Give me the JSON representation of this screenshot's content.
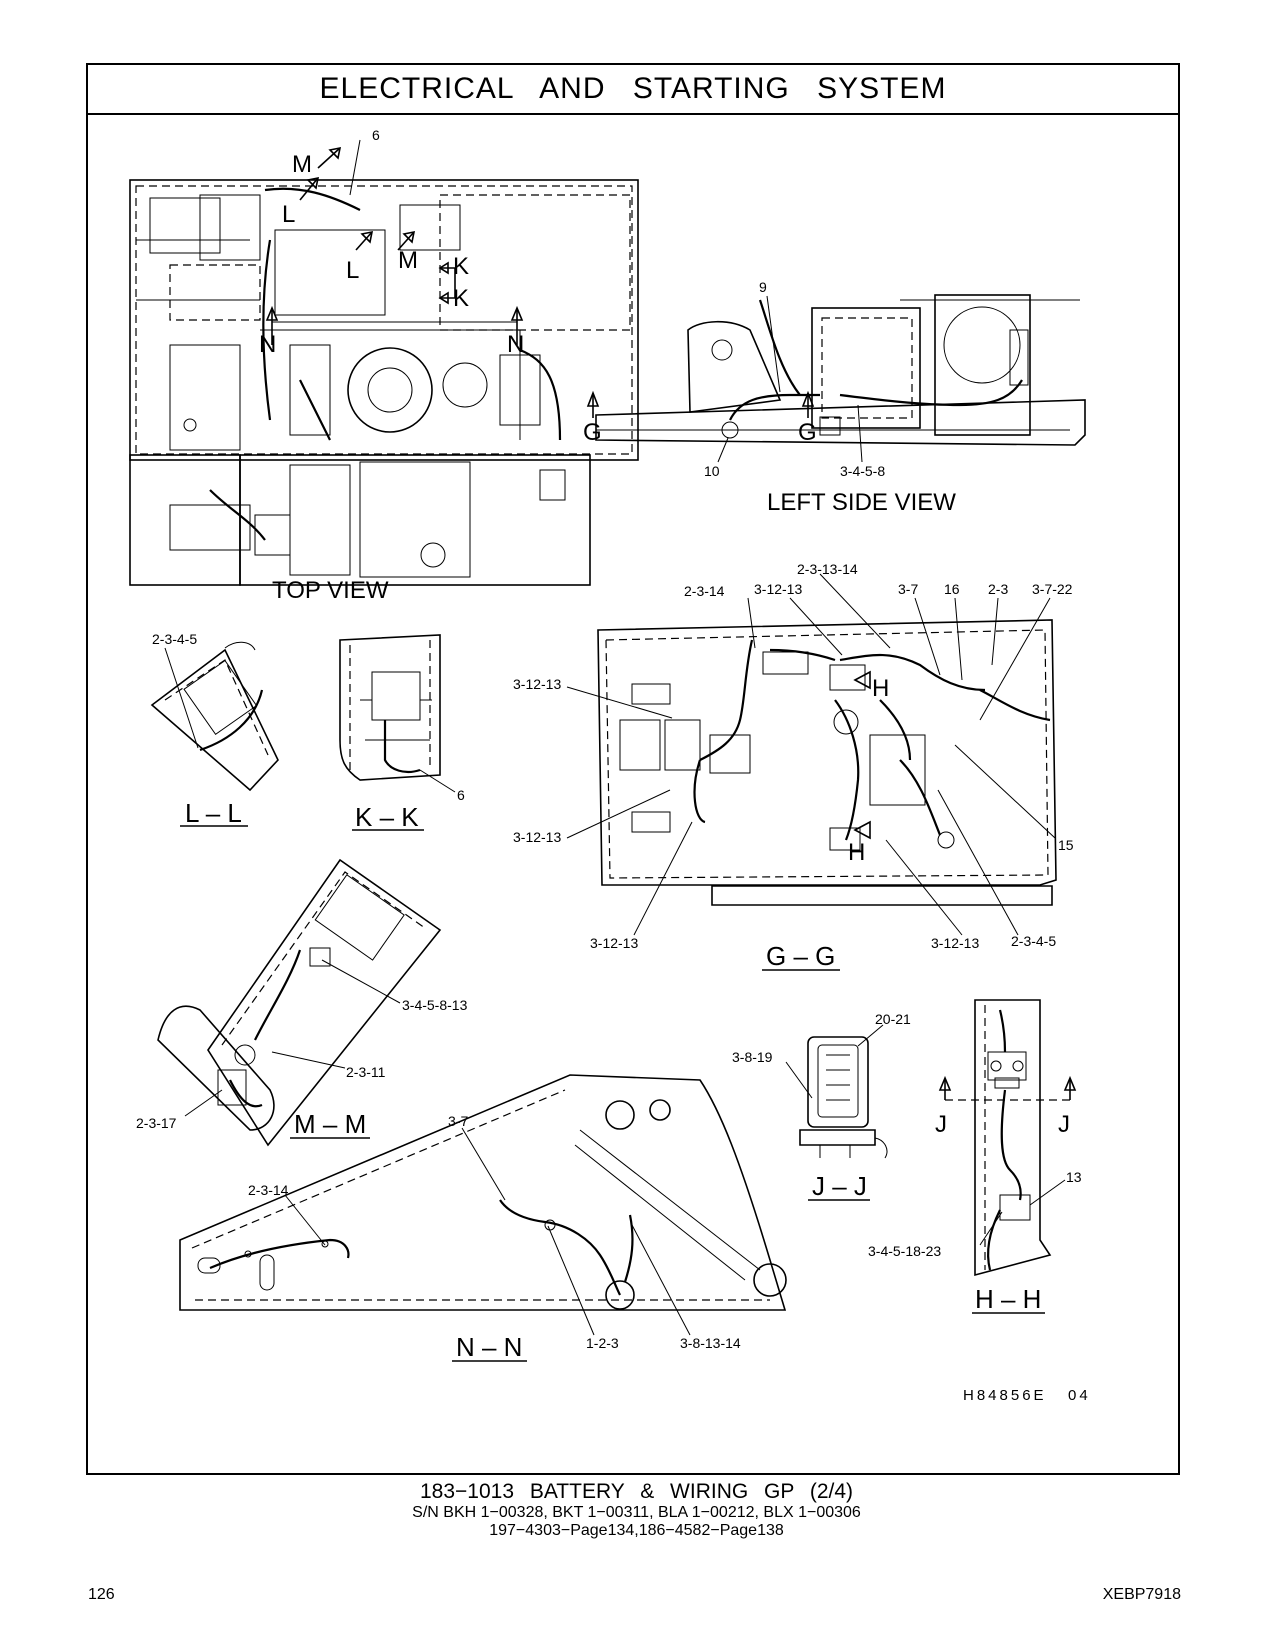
{
  "title": "ELECTRICAL AND STARTING SYSTEM",
  "views": {
    "top": "TOP VIEW",
    "left_side": "LEFT SIDE VIEW",
    "sections": {
      "ll": "L – L",
      "kk": "K – K",
      "gg": "G – G",
      "mm": "M – M",
      "jj": "J – J",
      "hh": "H – H",
      "nn": "N – N"
    }
  },
  "cut_markers": {
    "m": "M",
    "l": "L",
    "k": "K",
    "n": "N",
    "g": "G",
    "h": "H",
    "j": "J"
  },
  "callouts": {
    "c6": "6",
    "c9": "9",
    "c10": "10",
    "c3458": "3-4-5-8",
    "c2345": "2-3-4-5",
    "c231314": "2-3-13-14",
    "c2314": "2-3-14",
    "c31213": "3-12-13",
    "c37": "3-7",
    "c16": "16",
    "c23": "2-3",
    "c3722": "3-7-22",
    "c15": "15",
    "c345813": "3-4-5-8-13",
    "c2311": "2-3-11",
    "c2317": "2-3-17",
    "c2021": "20-21",
    "c3819": "3-8-19",
    "c13": "13",
    "c34581823": "3-4-5-18-23",
    "c123": "1-2-3",
    "c381314": "3-8-13-14"
  },
  "drawing_id": "H84856E   04",
  "caption": {
    "line1": "183−1013   BATTERY  &  WIRING  GP (2/4)",
    "line2": "S/N BKH 1−00328, BKT 1−00311, BLA 1−00212, BLX 1−00306",
    "line3": "197−4303−Page134,186−4582−Page138"
  },
  "page_number": "126",
  "doc_number": "XEBP7918"
}
